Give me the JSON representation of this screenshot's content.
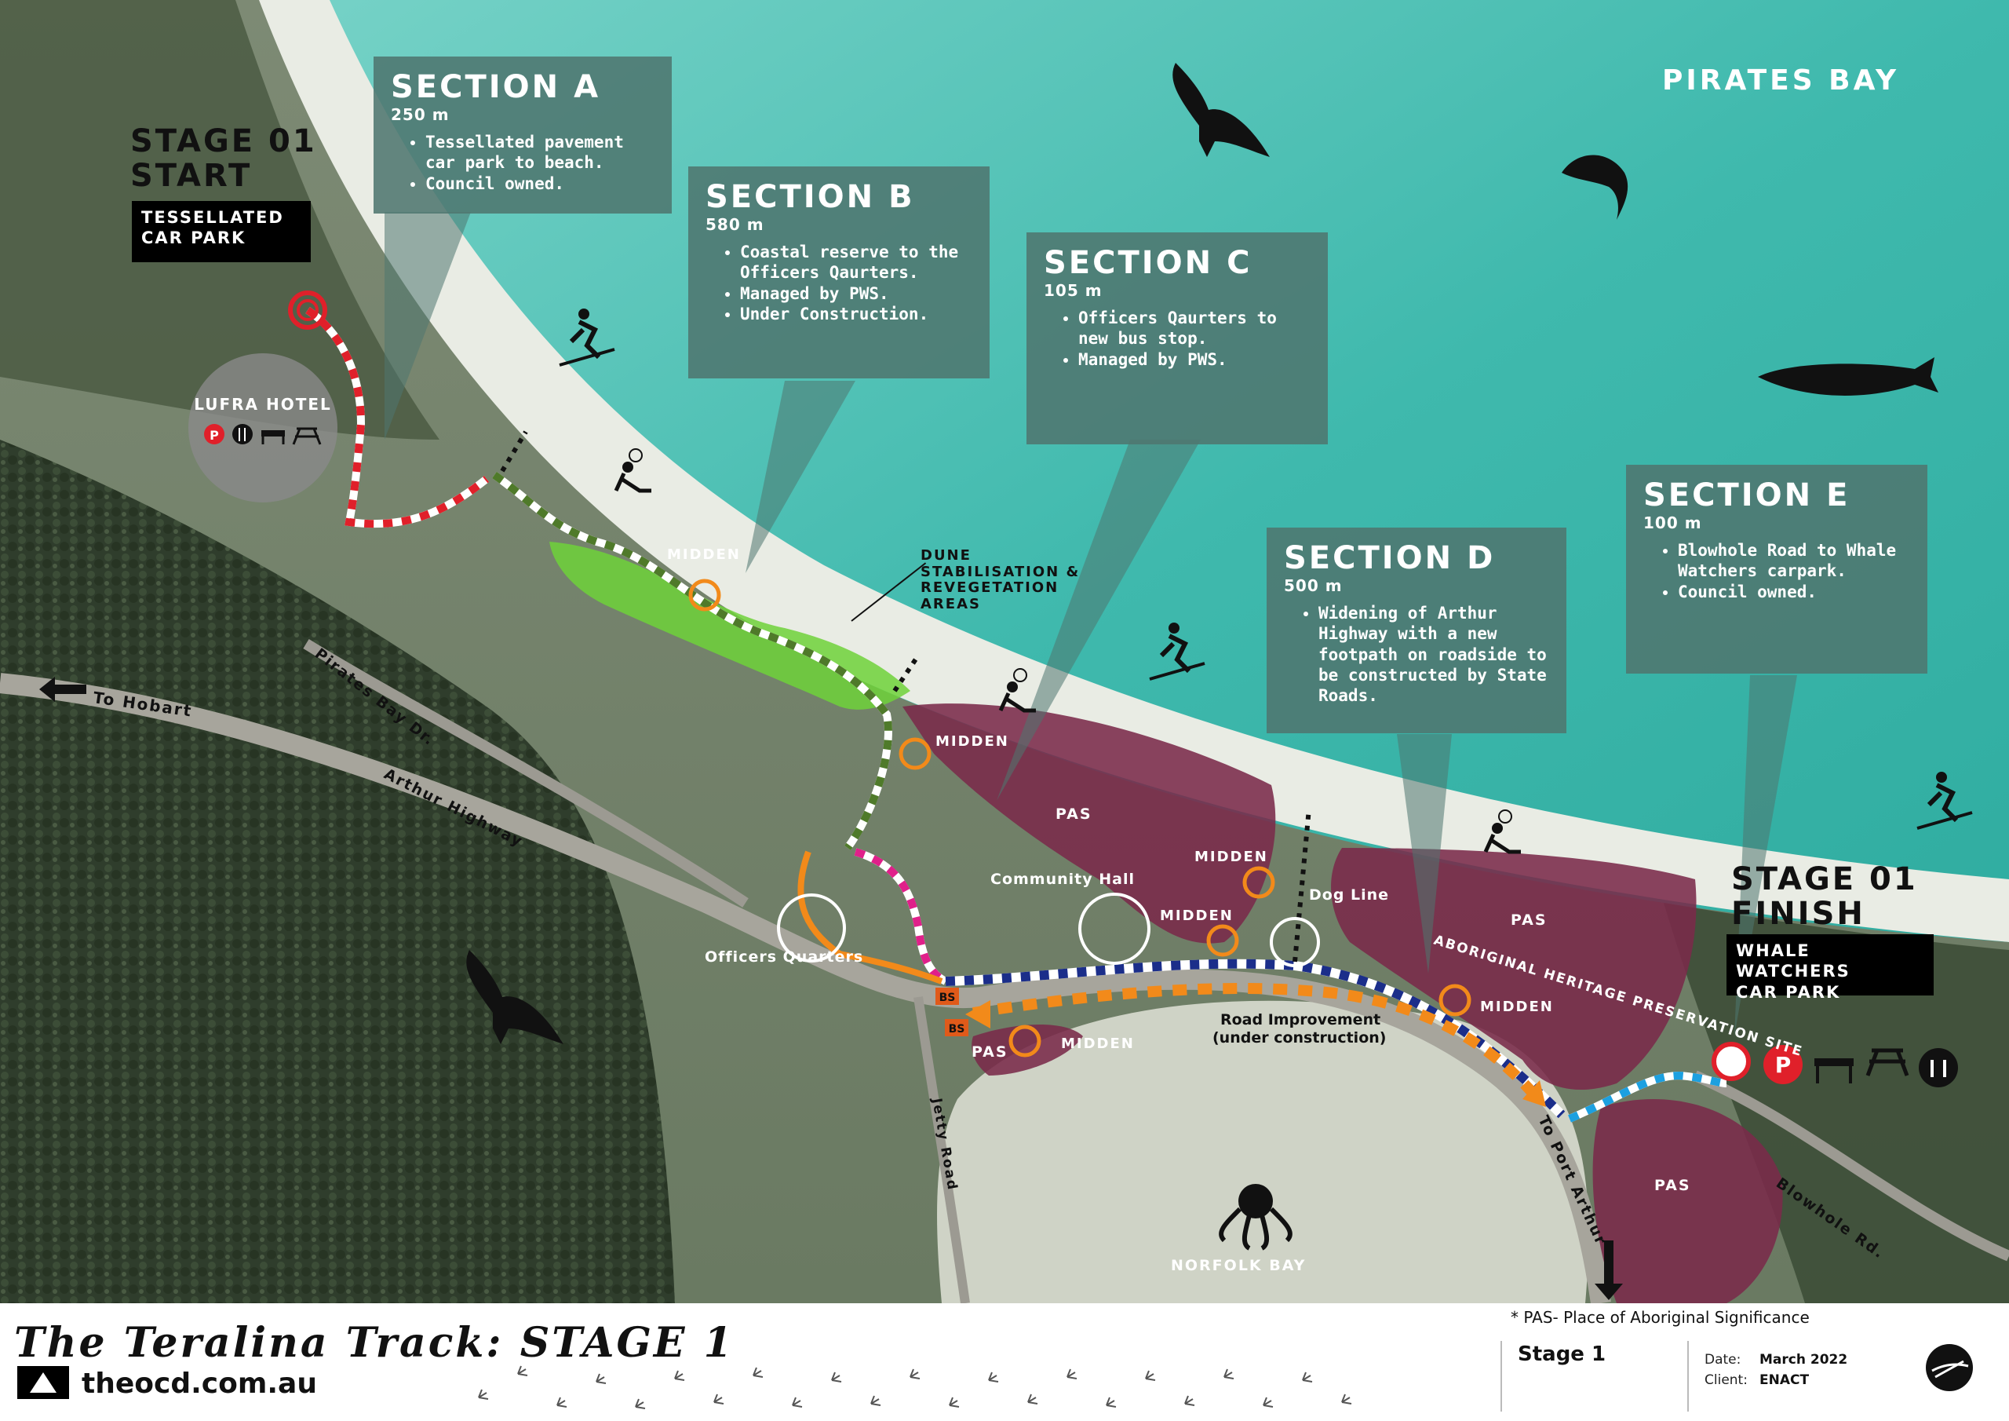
{
  "title": "The Teralina Track: STAGE 1",
  "website": "theocd.com.au",
  "footer": {
    "pas_note": "* PAS- Place of Aboriginal Significance",
    "stage": "Stage 1",
    "date_label": "Date:",
    "date_value": "March 2022",
    "client_label": "Client:",
    "client_value": "ENACT"
  },
  "places": {
    "pirates_bay": "PIRATES BAY",
    "norfolk_bay": "NORFOLK BAY",
    "lufra_hotel": "LUFRA HOTEL",
    "community_hall": "Community Hall",
    "officers_quarters": "Officers Quarters",
    "dog_line": "Dog Line",
    "dune_areas": "DUNE STABILISATION & REVEGETATION AREAS",
    "heritage_site": "ABORIGINAL HERITAGE PRESERVATION SITE",
    "road_improvement": "Road Improvement",
    "road_improvement_note": "(under construction)"
  },
  "roads": {
    "to_hobart": "To Hobart",
    "pirates_bay_dr": "Pirates Bay Dr.",
    "arthur_highway": "Arthur Highway",
    "jetty_road": "Jetty Road",
    "to_port_arthur": "To Port Arthur",
    "blowhole_rd": "Blowhole Rd."
  },
  "markers": {
    "midden": "MIDDEN",
    "pas": "PAS",
    "bus_stop": "BS"
  },
  "stage_start": {
    "title_line1": "STAGE 01",
    "title_line2": "START",
    "tag_line1": "TESSELLATED",
    "tag_line2": "CAR PARK"
  },
  "stage_finish": {
    "title_line1": "STAGE 01",
    "title_line2": "FINISH",
    "tag_line1": "WHALE WATCHERS",
    "tag_line2": "CAR PARK"
  },
  "sections": [
    {
      "id": "a",
      "title": "SECTION A",
      "distance": "250 m",
      "bullets": [
        "Tessellated pavement car park to beach.",
        "Council owned."
      ]
    },
    {
      "id": "b",
      "title": "SECTION B",
      "distance": "580 m",
      "bullets": [
        "Coastal reserve to the Officers Qaurters.",
        "Managed by PWS.",
        "Under Construction."
      ]
    },
    {
      "id": "c",
      "title": "SECTION C",
      "distance": "105 m",
      "bullets": [
        "Officers Qaurters to new bus stop.",
        "Managed by PWS."
      ]
    },
    {
      "id": "d",
      "title": "SECTION D",
      "distance": "500 m",
      "bullets": [
        "Widening of Arthur Highway with a new footpath on roadside to be constructed by State Roads."
      ]
    },
    {
      "id": "e",
      "title": "SECTION E",
      "distance": "100 m",
      "bullets": [
        "Blowhole Road to Whale Watchers carpark.",
        "Council owned."
      ]
    }
  ],
  "icons": {
    "parking": "parking-icon",
    "restaurant": "restaurant-icon",
    "bench": "bench-icon",
    "picnic": "picnic-table-icon",
    "toilets": "toilets-icon",
    "eagle": "eagle-icon",
    "dolphin": "dolphin-icon",
    "whale": "whale-icon",
    "octopus": "octopus-icon",
    "surfer": "surfer-icon",
    "sunbather": "sunbather-icon"
  },
  "colors": {
    "section_a": "#e0202a",
    "section_b": "#4f7a2a",
    "section_c": "#e0208a",
    "section_d": "#1b2e8a",
    "section_e": "#1ca0e0",
    "road_improvement": "#f28a1a",
    "pas_fill": "#7a2a4a",
    "dune_fill": "#6fd23a",
    "callout_fill": "#4e7670",
    "sea": "#3fb9ad"
  }
}
